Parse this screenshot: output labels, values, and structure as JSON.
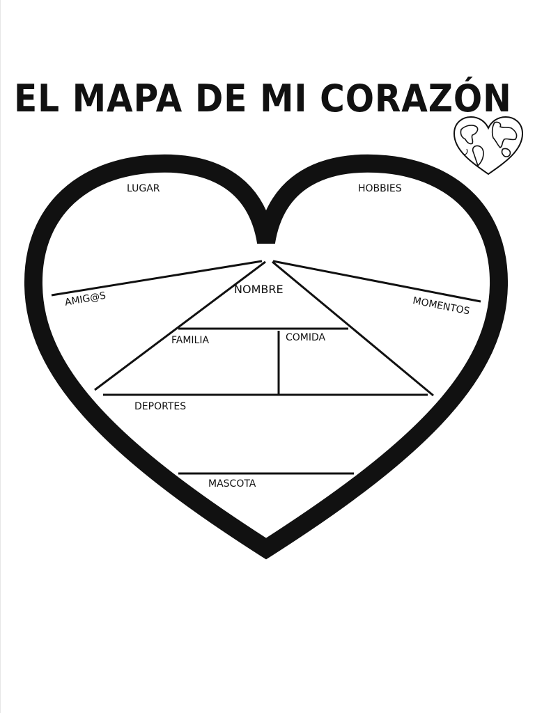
{
  "worksheet": {
    "title": "EL MAPA DE MI CORAZÓN",
    "icon": "heart-shaped-globe-icon",
    "sections": {
      "lugar": "LUGAR",
      "hobbies": "HOBBIES",
      "amigos": "AMIG@S",
      "momentos": "MOMENTOS",
      "nombre": "NOMBRE",
      "familia": "FAMILIA",
      "comida": "COMIDA",
      "deportes": "DEPORTES",
      "mascota": "MASCOTA"
    }
  }
}
